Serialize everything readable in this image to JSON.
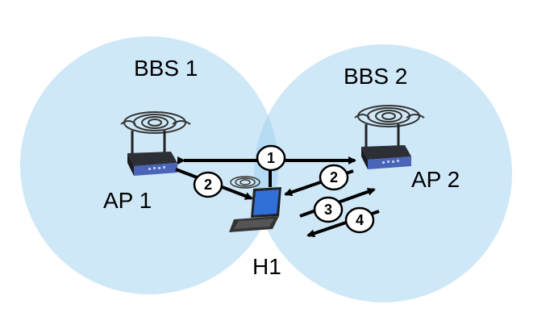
{
  "colors": {
    "bss_fill": "#cfe8f7",
    "overlap_fill": "#b6dbf3",
    "arrow": "#000000",
    "router_body": "#2d2f36",
    "router_stripe": "#4a64b8",
    "laptop_screen": "#2f6fd6"
  },
  "labels": {
    "bbs1": "BBS 1",
    "bbs2": "BBS 2",
    "ap1": "AP 1",
    "ap2": "AP 2",
    "h1": "H1"
  },
  "steps": {
    "step1": "1",
    "step2_left": "2",
    "step2_right": "2",
    "step3": "3",
    "step4": "4"
  },
  "icons": {
    "ap1": "wireless-router-icon",
    "ap2": "wireless-router-icon",
    "h1": "laptop-icon"
  }
}
